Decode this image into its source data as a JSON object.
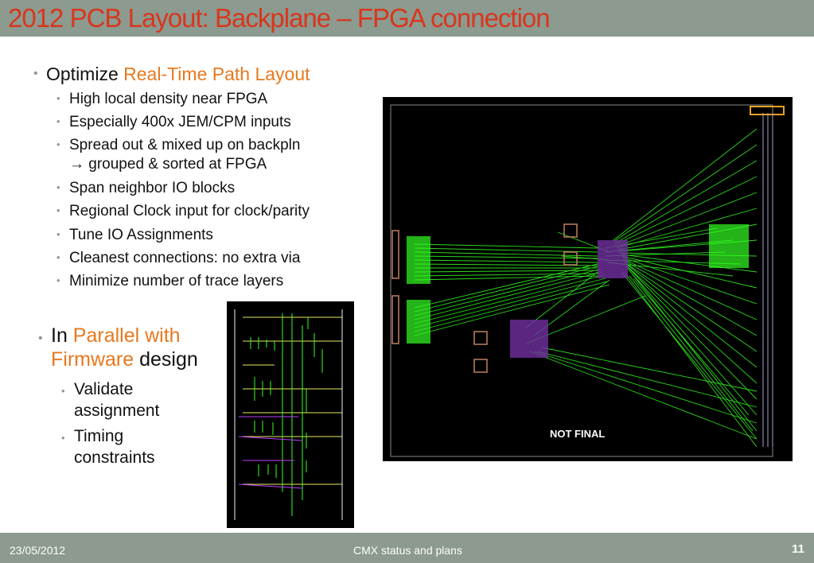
{
  "header": {
    "title": "2012 PCB Layout: Backplane – FPGA connection"
  },
  "section1": {
    "prefix": "Optimize ",
    "highlight": "Real-Time Path Layout",
    "items": [
      "High local density near FPGA",
      "Especially 400x JEM/CPM inputs",
      "Spread out & mixed up on backpln",
      "→ grouped & sorted at FPGA",
      "Span neighbor IO blocks",
      "Regional Clock input for clock/parity",
      "Tune IO Assignments",
      "Cleanest connections: no extra via",
      "Minimize number of trace layers"
    ]
  },
  "section2": {
    "prefix": "In ",
    "highlight_line1": "Parallel with",
    "highlight_line2": "Firmware",
    "suffix": " design",
    "items": [
      {
        "line1": "Validate",
        "line2": "assignment"
      },
      {
        "line1": "Timing",
        "line2": "constraints"
      }
    ]
  },
  "image": {
    "caption": "NOT FINAL"
  },
  "footer": {
    "date": "23/05/2012",
    "center": "CMX status and plans",
    "page": "11"
  },
  "colors": {
    "bar": "#8c9a90",
    "title": "#d9361c",
    "accent": "#e8781e",
    "trace": "#33ff22"
  }
}
